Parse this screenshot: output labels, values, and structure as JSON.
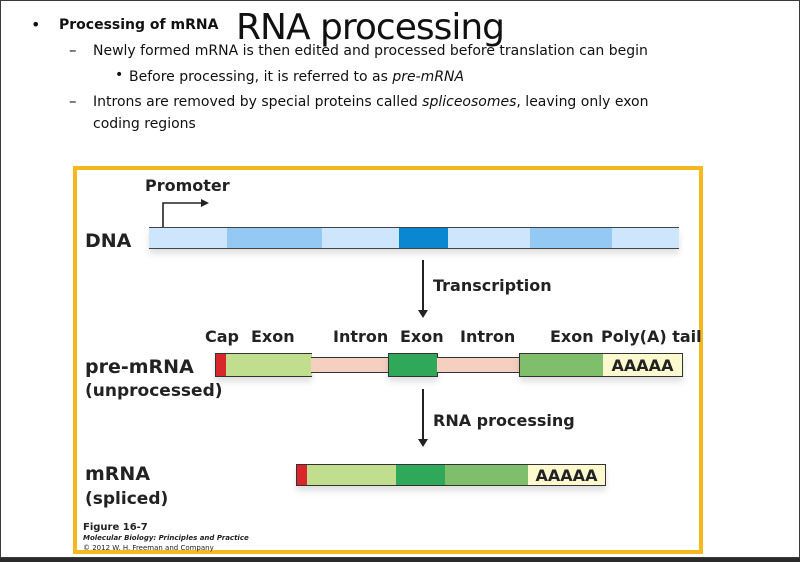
{
  "slide": {
    "title": "RNA processing",
    "bullets": [
      {
        "level": 1,
        "marker": "•",
        "text": "Processing of mRNA",
        "bold": true
      },
      {
        "level": 2,
        "marker": "–",
        "text": "Newly formed mRNA is then edited and processed before translation can begin"
      },
      {
        "level": 3,
        "marker": "•",
        "text_before": "Before processing, it is referred to as ",
        "text_italic": "pre-mRNA"
      },
      {
        "level": 2,
        "marker": "–",
        "text_before": "Introns are removed by special proteins called ",
        "text_italic": "spliceosomes",
        "text_after": ", leaving only exon",
        "text_line2": "coding regions"
      }
    ]
  },
  "figure": {
    "promoter_label": "Promoter",
    "dna": {
      "label": "DNA",
      "segment_colors": [
        "#cde6fb",
        "#93c9f2",
        "#cde6fb",
        "#0a87d1",
        "#cde6fb",
        "#93c9f2",
        "#cde6fb"
      ]
    },
    "transcription_label": "Transcription",
    "pre_mrna": {
      "label": "pre-mRNA",
      "sublabel": "(unprocessed)",
      "segment_labels": [
        "Cap",
        "Exon",
        "Intron",
        "Exon",
        "Intron",
        "Exon",
        "Poly(A) tail"
      ],
      "polyA": "AAAAA"
    },
    "rna_processing_label": "RNA processing",
    "mrna": {
      "label": "mRNA",
      "sublabel": "(spliced)",
      "polyA": "AAAAA"
    },
    "colors": {
      "cap": "#d8262c",
      "exon1": "#c1dd8e",
      "exon2": "#2fa85a",
      "exon3": "#7fbf6c",
      "intron": "#f5cfc0",
      "polyA_bg": "#fdf9cf",
      "frame": "#f6b81e"
    },
    "caption": {
      "figure_number": "Figure 16-7",
      "book": "Molecular Biology: Principles and Practice",
      "copyright": "© 2012 W. H. Freeman and Company"
    }
  }
}
